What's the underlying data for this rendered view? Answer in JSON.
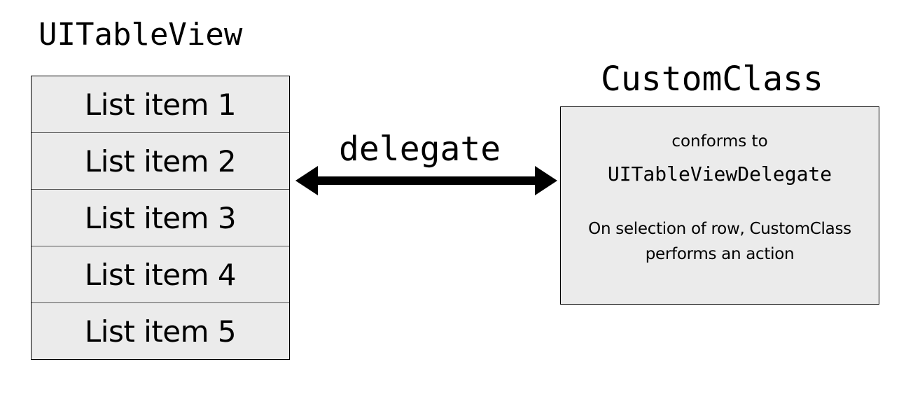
{
  "table_view": {
    "title": "UITableView",
    "items": [
      "List item 1",
      "List item 2",
      "List item 3",
      "List item 4",
      "List item 5"
    ]
  },
  "relationship": {
    "label": "delegate"
  },
  "custom_class": {
    "title": "CustomClass",
    "conforms_text": "conforms to",
    "protocol": "UITableViewDelegate",
    "action_text": "On selection of row, CustomClass performs an action"
  },
  "colors": {
    "box_fill": "#ebebeb",
    "stroke": "#000000"
  }
}
